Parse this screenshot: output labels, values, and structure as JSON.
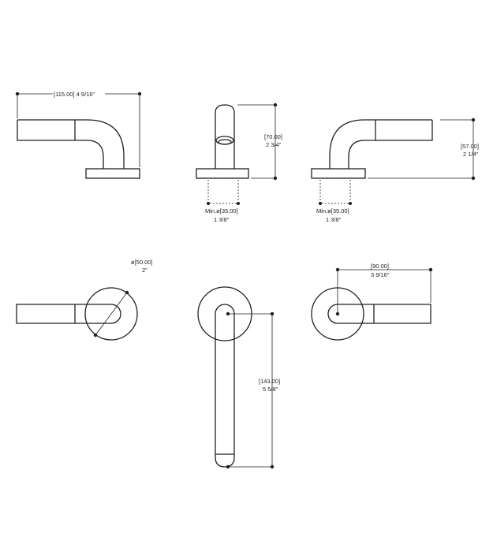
{
  "dimensions": {
    "top_left_width": {
      "metric": "[115.00]",
      "imperial": "4 9/16\""
    },
    "top_center_height": {
      "metric": "[70.00]",
      "imperial": "2 3/4\""
    },
    "top_center_min": {
      "metric": "Min.ø[35.00]",
      "imperial": "1 3/8\""
    },
    "top_right_height": {
      "metric": "[57.00]",
      "imperial": "2 1/4\""
    },
    "top_right_min": {
      "metric": "Min.ø[35.00]",
      "imperial": "1 3/8\""
    },
    "bottom_left_diameter": {
      "metric": "ø[50.00]",
      "imperial": "2\""
    },
    "bottom_right_width": {
      "metric": "[90.00]",
      "imperial": "3 9/16\""
    },
    "bottom_center_height": {
      "metric": "[143.00]",
      "imperial": "5 5/8\""
    }
  }
}
